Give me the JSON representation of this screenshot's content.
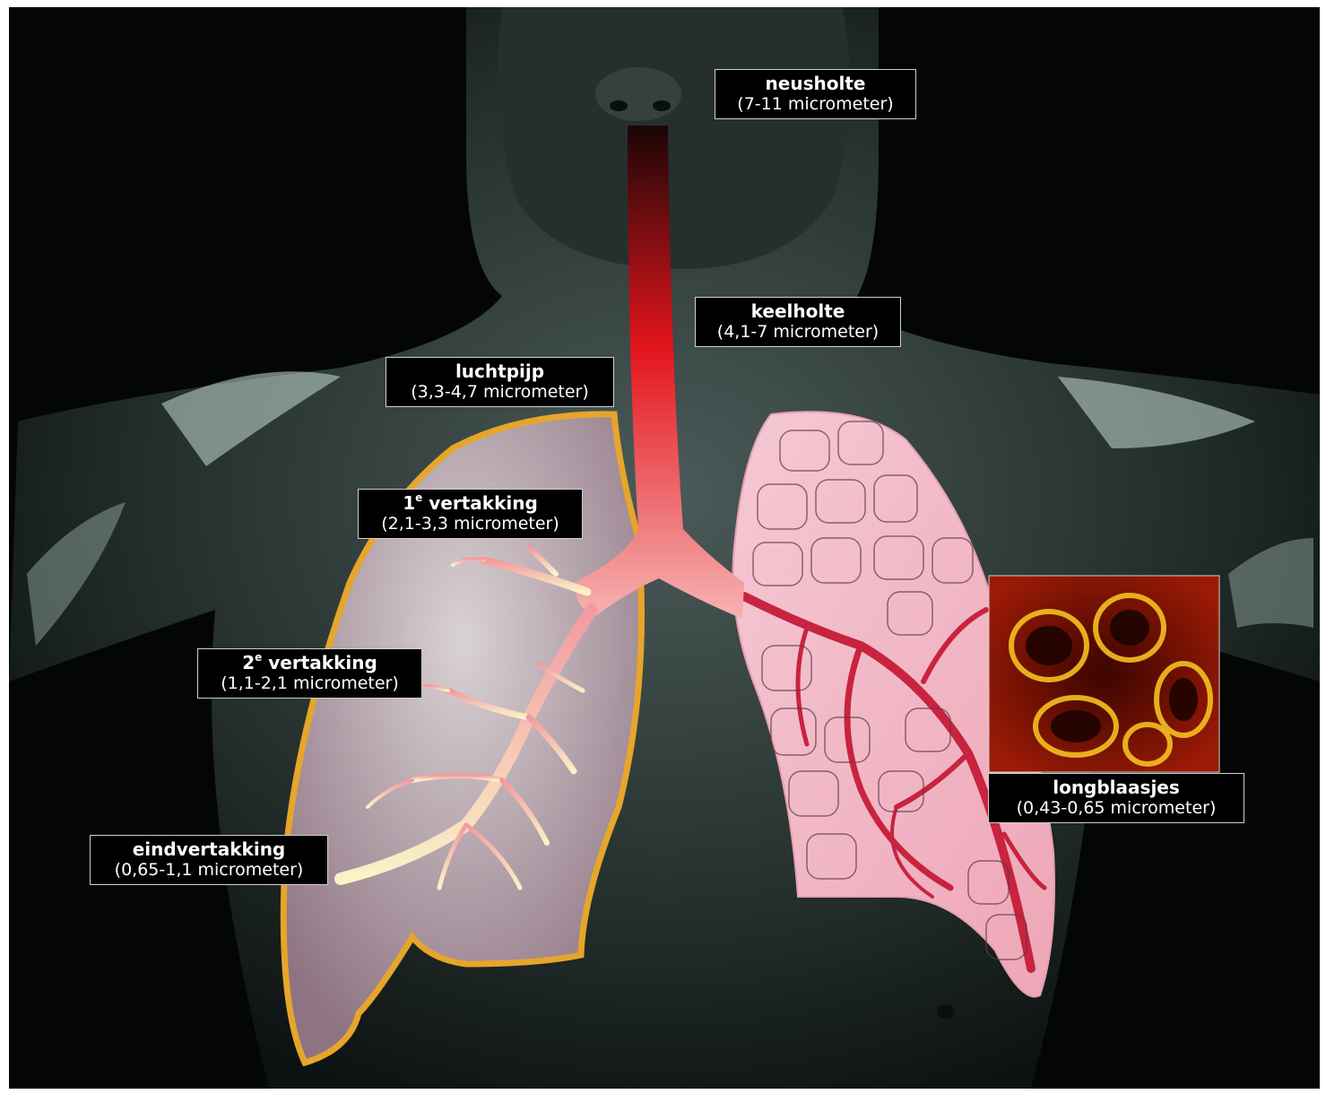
{
  "labels": {
    "neusholte": {
      "name": "neusholte",
      "range": "(7-11 micrometer)"
    },
    "keelholte": {
      "name": "keelholte",
      "range": "(4,1-7 micrometer)"
    },
    "luchtpijp": {
      "name": "luchtpijp",
      "range": "(3,3-4,7 micrometer)"
    },
    "vertakking1": {
      "num": "1",
      "sup": "e",
      "name": " vertakking",
      "range": "(2,1-3,3 micrometer)"
    },
    "vertakking2": {
      "num": "2",
      "sup": "e",
      "name": " vertakking",
      "range": "(1,1-2,1 micrometer)"
    },
    "eindvertakking": {
      "name": "eindvertakking",
      "range": "(0,65-1,1 micrometer)"
    },
    "longblaasjes": {
      "name": "longblaasjes",
      "range": "(0,43-0,65 micrometer)"
    }
  },
  "colors": {
    "background": "#050707",
    "body": "#2f3c3b",
    "body_highlight": "#cfe3df",
    "left_lung_fill": "#9a8590",
    "left_lung_outline": "#e8a62a",
    "right_lung_fill": "#f2b8c6",
    "right_lung_vessels": "#c8233f",
    "trachea_top": "#2a0a0a",
    "trachea_mid": "#e0141a",
    "trachea_bottom": "#f6b0b0",
    "bronchi_tree": "#f8f0c0",
    "alveoli_inset": "#b3200a"
  }
}
